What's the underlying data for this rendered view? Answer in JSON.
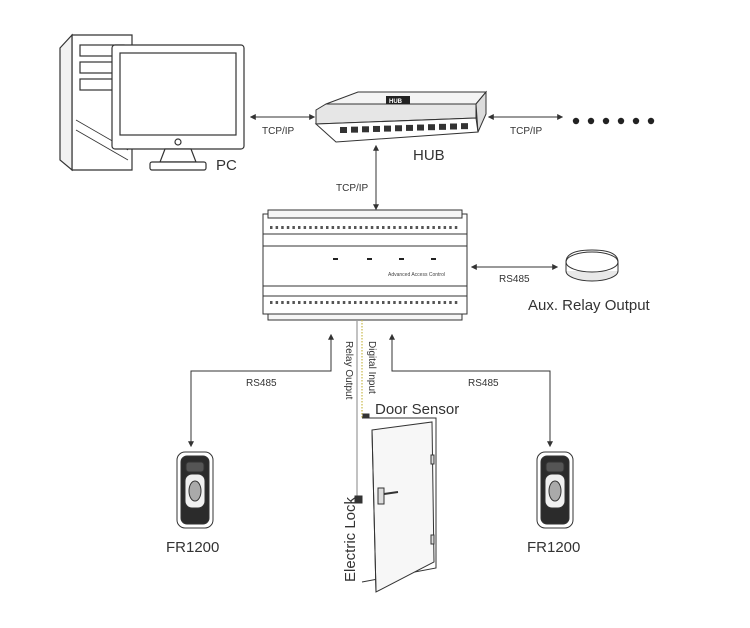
{
  "labels": {
    "pc": "PC",
    "hub": "HUB",
    "hub_badge": "HUB",
    "tcp_left": "TCP/IP",
    "tcp_right": "TCP/IP",
    "tcp_down": "TCP/IP",
    "controller_text": "Advanced Access Control",
    "rs485_right": "RS485",
    "aux": "Aux. Relay Output",
    "rs485_left": "RS485",
    "rs485_right2": "RS485",
    "relay_output": "Relay Output",
    "digital_input": "Digital Input",
    "door_sensor": "Door Sensor",
    "electric_lock": "Electric Lock",
    "reader_left": "FR1200",
    "reader_right": "FR1200"
  },
  "colors": {
    "line": "#333333",
    "relay_wire": "#9a9a9a",
    "digital_wire": "#c8b84a"
  },
  "icons": {
    "pc": "desktop-computer-icon",
    "hub": "network-hub-icon",
    "controller": "access-controller-icon",
    "relay": "aux-relay-icon",
    "reader": "fingerprint-reader-icon",
    "door": "door-icon"
  }
}
